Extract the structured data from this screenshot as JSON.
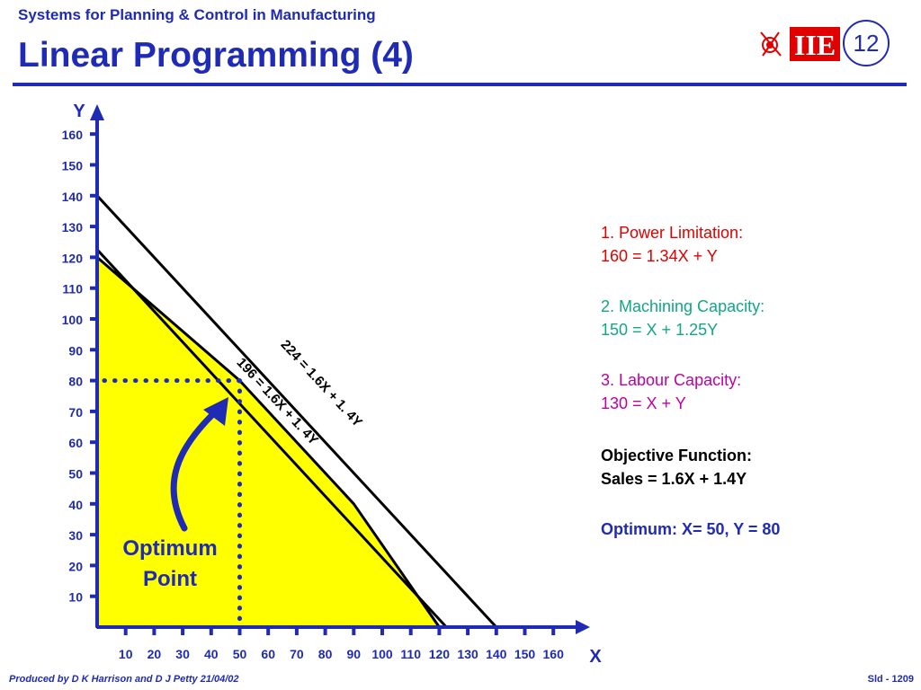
{
  "header": {
    "subtitle": "Systems for Planning & Control in Manufacturing",
    "title": "Linear Programming (4)",
    "logo_text": "IIE",
    "slide_number": "12"
  },
  "colors": {
    "brand_blue": "#1f2bb5",
    "feasible_fill": "#ffff00",
    "power_red": "#e00000",
    "machining_green": "#11a884",
    "labour_magenta": "#c000a0"
  },
  "chart_data": {
    "type": "line",
    "xlabel": "X",
    "ylabel": "Y",
    "x_ticks": [
      10,
      20,
      30,
      40,
      50,
      60,
      70,
      80,
      90,
      100,
      110,
      120,
      130,
      140,
      150,
      160
    ],
    "y_ticks": [
      10,
      20,
      30,
      40,
      50,
      60,
      70,
      80,
      90,
      100,
      110,
      120,
      130,
      140,
      150,
      160
    ],
    "xlim": [
      0,
      165
    ],
    "ylim": [
      0,
      165
    ],
    "feasible_region": [
      [
        0,
        0
      ],
      [
        0,
        120
      ],
      [
        50,
        80
      ],
      [
        90,
        40
      ],
      [
        120,
        0
      ]
    ],
    "iso_lines": [
      {
        "label": "196 = 1.6X + 1. 4Y",
        "x_intercept": 122.5,
        "y_intercept": 122.5
      },
      {
        "label": "224 = 1.6X + 1. 4Y",
        "x_intercept": 140,
        "y_intercept": 140
      }
    ],
    "optimum": {
      "x": 50,
      "y": 80
    },
    "optimum_label": [
      "Optimum",
      "Point"
    ]
  },
  "annotations": {
    "power_title": "1.  Power Limitation:",
    "power_eq": "160 = 1.34X + Y",
    "machining_title": "2.  Machining Capacity:",
    "machining_eq": "150 = X + 1.25Y",
    "labour_title": "3.  Labour Capacity:",
    "labour_eq": "130 = X + Y",
    "objective_title": "Objective Function:",
    "objective_eq": "Sales = 1.6X + 1.4Y",
    "optimum_result": "Optimum: X= 50, Y = 80"
  },
  "footer": {
    "credit": "Produced by D K Harrison and D J Petty 21/04/02",
    "slide_id": "Sld - 1209"
  }
}
